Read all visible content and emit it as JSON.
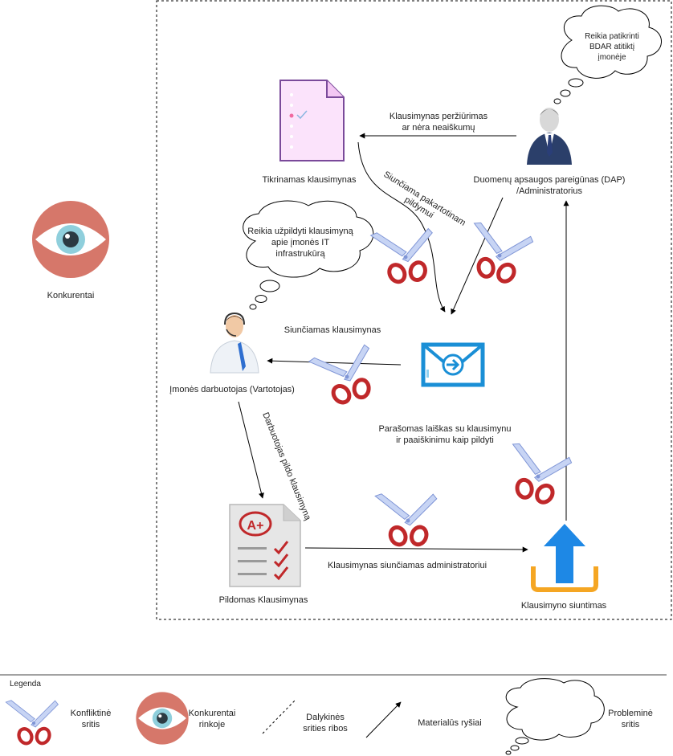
{
  "labels": {
    "competitors": "Konkurentai",
    "checked_questionnaire": "Tikrinamas klausimynas",
    "dpo_line1": "Duomenų apsaugos pareigūnas (DAP)",
    "dpo_line2": "/Administratorius",
    "employee": "Įmonės darbuotojas (Vartotojas)",
    "filled_questionnaire": "Pildomas Klausimynas",
    "sending": "Klausimyno siuntimas"
  },
  "edges": {
    "review_line1": "Klausimynas peržiūrimas",
    "review_line2": "ar nėra neaiškumų",
    "resend_line1": "Siunčiama pakartotinam",
    "resend_line2": "pildymui",
    "send_questionnaire": "Siunčiamas klausimynas",
    "letter_line1": "Parašomas laiškas su klausimynu",
    "letter_line2": "ir paaiškinimu kaip pildyti",
    "employee_fills": "Darbuotojas pildo klausimyną",
    "to_admin": "Klausimynas siunčiamas administratoriui"
  },
  "clouds": {
    "dpo_line1": "Reikia patikrinti",
    "dpo_line2": "BDAR atitiktį",
    "dpo_line3": "įmonėje",
    "emp_line1": "Reikia užpildyti klausimyną",
    "emp_line2": "apie įmonės IT",
    "emp_line3": "infrastrukūrą"
  },
  "legend": {
    "title": "Legenda",
    "conflict_line1": "Konfliktinė",
    "conflict_line2": "sritis",
    "competitors_line1": "Konkurentai",
    "competitors_line2": "rinkoje",
    "boundary_line1": "Dalykinės",
    "boundary_line2": "srities ribos",
    "material": "Materialūs ryšiai",
    "problem_line1": "Probleminė",
    "problem_line2": "sritis"
  },
  "colors": {
    "eye_red": "#d6776a",
    "eye_iris": "#8fcfdc",
    "scissor_red": "#c0282a",
    "scissor_blade": "#b9c9f0",
    "upload_blue": "#1e88e5",
    "upload_orange": "#f5a623",
    "doc_pink": "#fbe3fb",
    "doc_purple": "#7a4a9a",
    "mail_blue": "#1a8fd6"
  },
  "icons": [
    "eye-icon",
    "scissors-icon",
    "document-icon",
    "person-icon",
    "envelope-icon",
    "graded-form-icon",
    "upload-icon",
    "thought-cloud-icon"
  ]
}
